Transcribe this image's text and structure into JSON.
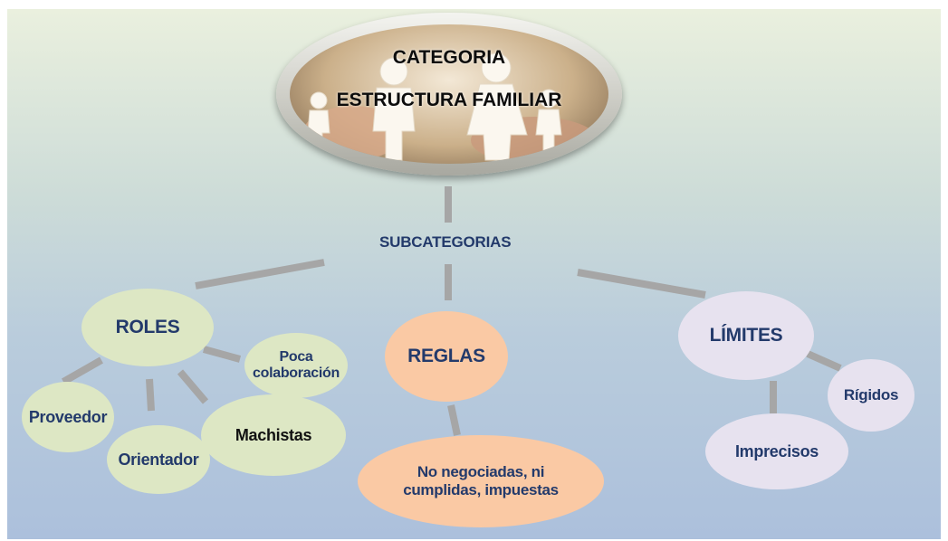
{
  "root": {
    "title_line1": "CATEGORIA",
    "title_line2": "ESTRUCTURA FAMILIAR"
  },
  "subheading": "SUBCATEGORIAS",
  "branches": {
    "roles": {
      "label": "ROLES",
      "children": [
        "Proveedor",
        "Orientador",
        "Machistas",
        "Poca colaboración"
      ]
    },
    "reglas": {
      "label": "REGLAS",
      "children": [
        "No negociadas, ni cumplidas, impuestas"
      ]
    },
    "limites": {
      "label": "LÍMITES",
      "children": [
        "Imprecisos",
        "Rígidos"
      ]
    }
  },
  "colors": {
    "roles_fill": "#dde7c4",
    "reglas_fill": "#fac9a4",
    "limites_fill": "#e7e2ef",
    "text_navy": "#233a6b",
    "connector": "#a6a6a6"
  }
}
